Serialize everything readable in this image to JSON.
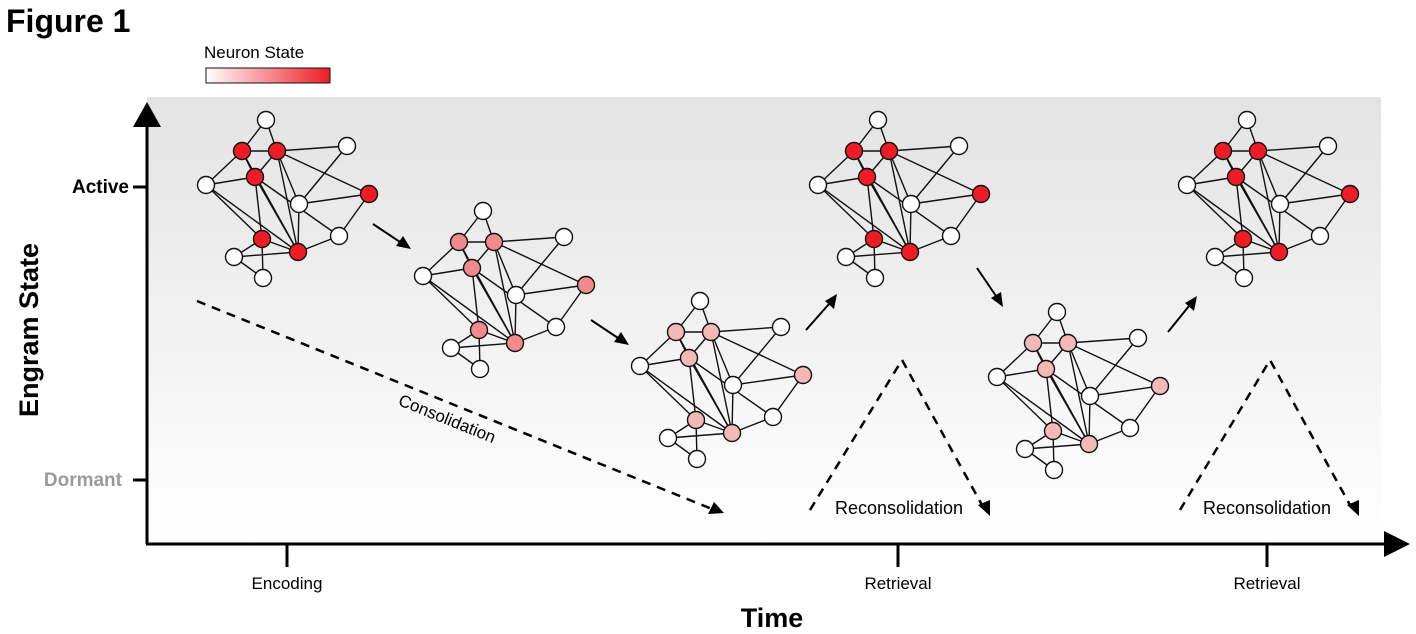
{
  "figure": {
    "title": "Figure 1",
    "legend": {
      "label": "Neuron State",
      "gradient": [
        "#ffffff",
        "#ee1c25"
      ]
    },
    "axes": {
      "y_label": "Engram State",
      "y_ticks": [
        "Active",
        "Dormant"
      ],
      "x_label": "Time",
      "x_ticks": [
        "Encoding",
        "Retrieval",
        "Retrieval"
      ]
    },
    "annotations": {
      "consolidation": "Consolidation",
      "reconsolidation_1": "Reconsolidation",
      "reconsolidation_2": "Reconsolidation"
    },
    "colors": {
      "active_neuron": "#ee1c25",
      "partial_neuron": "#f08a8c",
      "faded_neuron": "#f5b8b9",
      "inactive_neuron": "#ffffff",
      "plot_bg_top": "#e3e3e3",
      "plot_bg_bottom": "#ffffff",
      "dormant_label": "#9a9a9a"
    },
    "networks": [
      {
        "stage": "encoding",
        "state": "active"
      },
      {
        "stage": "consolidating",
        "state": "partial"
      },
      {
        "stage": "consolidated",
        "state": "faded"
      },
      {
        "stage": "retrieval-1",
        "state": "active"
      },
      {
        "stage": "reconsolidating",
        "state": "faded"
      },
      {
        "stage": "retrieval-2",
        "state": "active"
      }
    ]
  }
}
